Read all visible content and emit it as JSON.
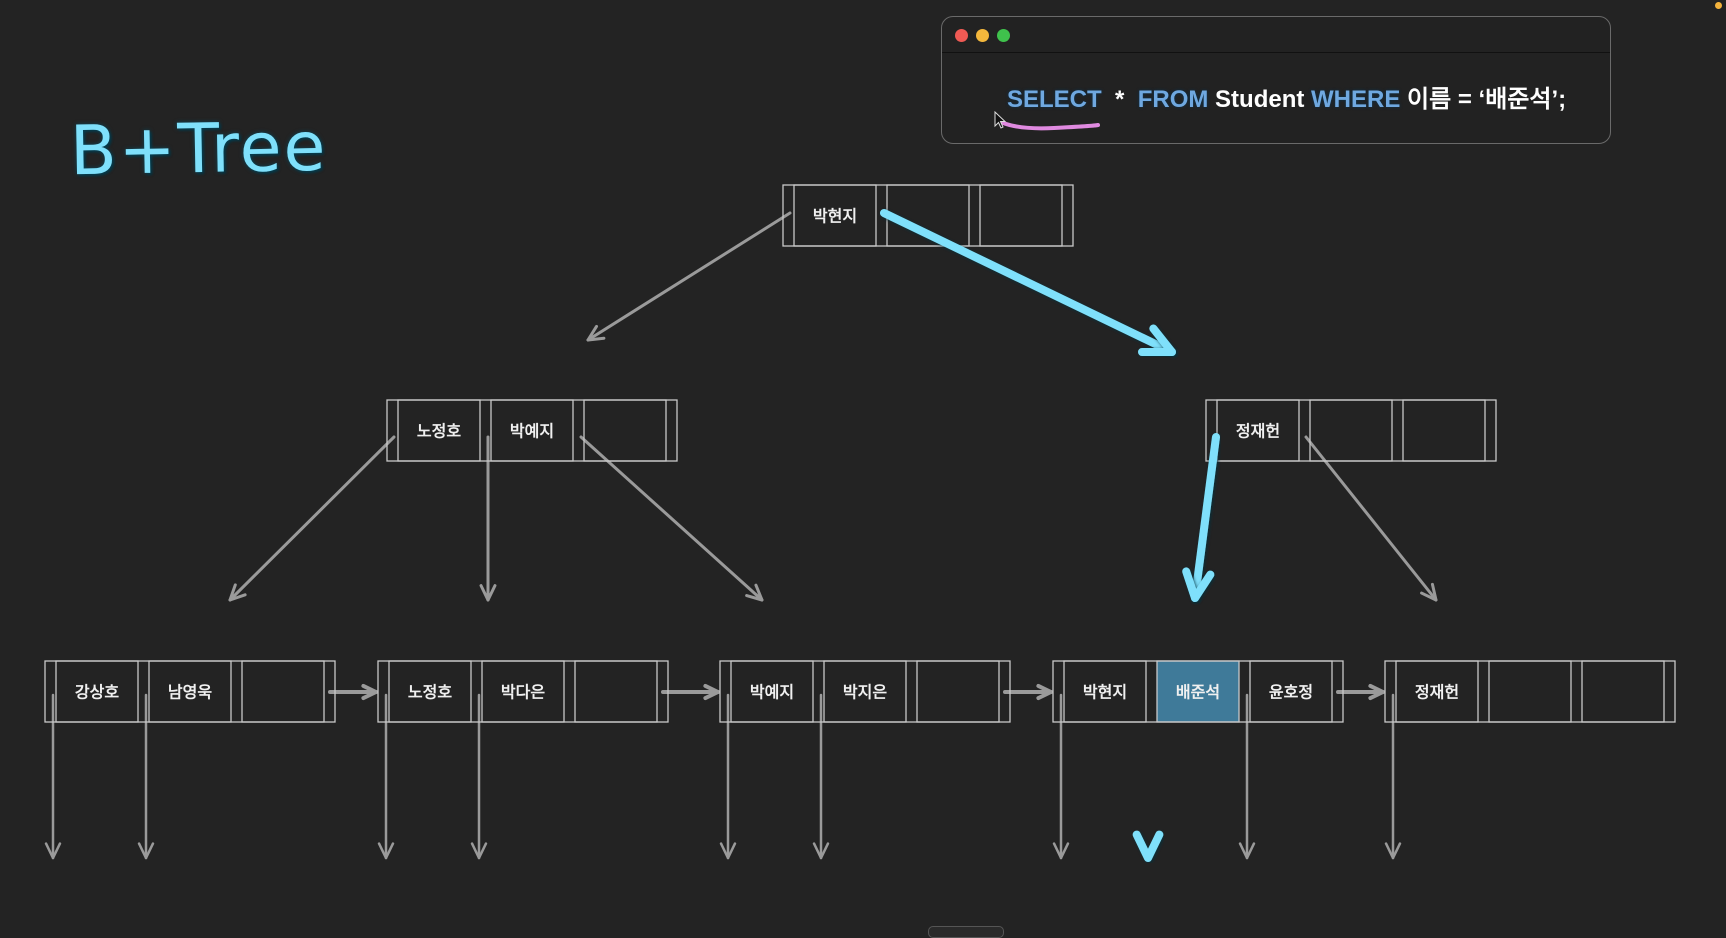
{
  "title": "B+Tree",
  "code_window": {
    "buttons": [
      "close",
      "minimize",
      "maximize"
    ],
    "query_tokens": [
      {
        "text": "SELECT",
        "type": "keyword"
      },
      {
        "text": "  *  ",
        "type": "plain"
      },
      {
        "text": "FROM",
        "type": "keyword"
      },
      {
        "text": " Student ",
        "type": "plain"
      },
      {
        "text": "WHERE",
        "type": "keyword"
      },
      {
        "text": " 이름 = ‘배준석’;",
        "type": "plain"
      }
    ],
    "query": "SELECT  *  FROM Student WHERE 이름 = ‘배준석’;"
  },
  "colors": {
    "background": "#232323",
    "keyword": "#6fa8e0",
    "highlight_arrow": "#7fe0fb",
    "highlight_cell": "#3f7a99",
    "edge": "#9a9a9a",
    "node_border": "#c8c8c8",
    "annotation": "#e08ae0"
  },
  "tree": {
    "root": {
      "keys": [
        "박현지",
        "",
        ""
      ]
    },
    "internal": [
      {
        "keys": [
          "노정호",
          "박예지",
          ""
        ]
      },
      {
        "keys": [
          "정재헌",
          "",
          ""
        ]
      }
    ],
    "leaves": [
      {
        "keys": [
          "강상호",
          "남영욱",
          ""
        ]
      },
      {
        "keys": [
          "노정호",
          "박다은",
          ""
        ]
      },
      {
        "keys": [
          "박예지",
          "박지은",
          ""
        ]
      },
      {
        "keys": [
          "박현지",
          "배준석",
          "윤호정"
        ],
        "highlight_index": 1
      },
      {
        "keys": [
          "정재헌",
          "",
          ""
        ]
      }
    ],
    "search_path": [
      "root",
      "internal-2",
      "leaf-4",
      "배준석"
    ]
  }
}
